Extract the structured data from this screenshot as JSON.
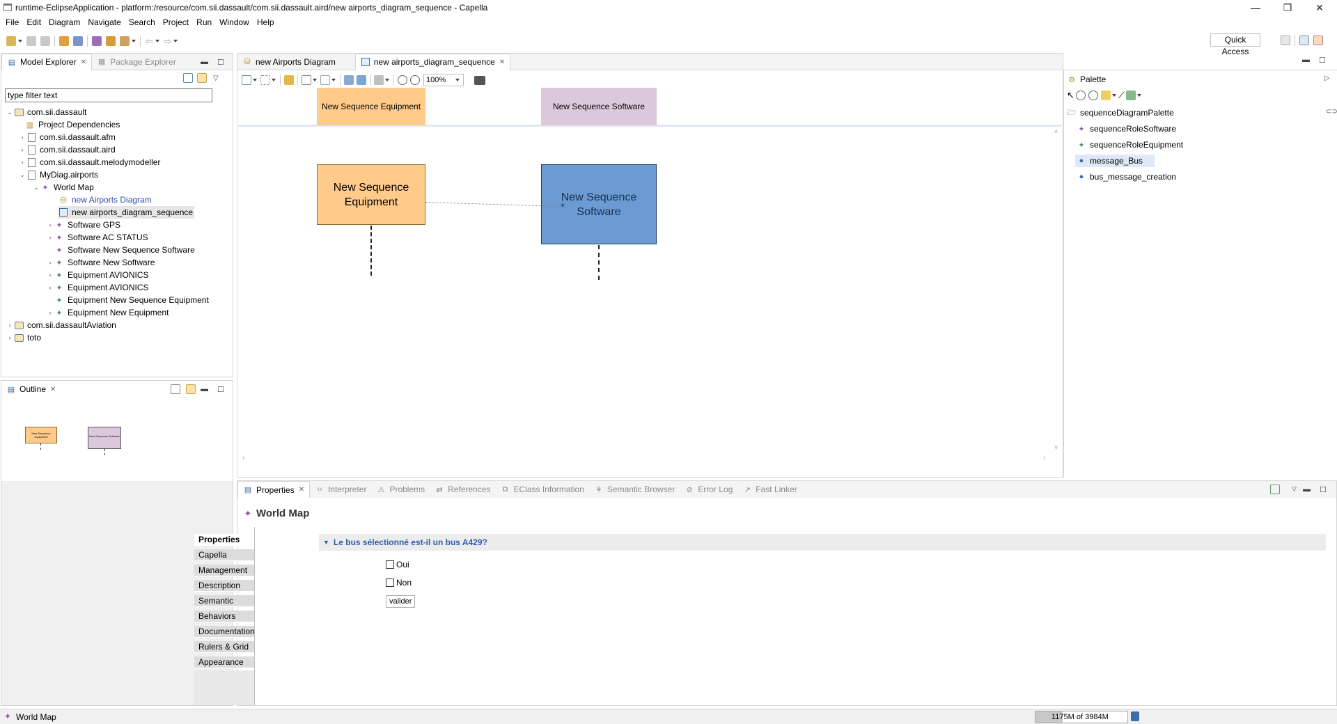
{
  "window": {
    "title": "runtime-EclipseApplication - platform:/resource/com.sii.dassault/com.sii.dassault.aird/new airports_diagram_sequence - Capella",
    "minimize": "—",
    "restore": "❐",
    "close": "✕"
  },
  "menu": [
    "File",
    "Edit",
    "Diagram",
    "Navigate",
    "Search",
    "Project",
    "Run",
    "Window",
    "Help"
  ],
  "quick_access": "Quick Access",
  "model_explorer": {
    "tab_label": "Model Explorer",
    "tab2_label": "Package Explorer",
    "filter_value": "type filter text",
    "tree": [
      {
        "label": "com.sii.dassault",
        "icon": "project-icon"
      },
      {
        "label": "Project Dependencies",
        "icon": "library-icon"
      },
      {
        "label": "com.sii.dassault.afm",
        "icon": "file-icon"
      },
      {
        "label": "com.sii.dassault.aird",
        "icon": "file-icon"
      },
      {
        "label": "com.sii.dassault.melodymodeller",
        "icon": "file-icon"
      },
      {
        "label": "MyDiag.airports",
        "icon": "file-icon"
      },
      {
        "label": "World Map",
        "icon": "purple-star-icon"
      },
      {
        "label": "new Airports Diagram",
        "icon": "diagram-icon"
      },
      {
        "label": "new airports_diagram_sequence",
        "icon": "sequence-diagram-icon"
      },
      {
        "label": "Software GPS",
        "icon": "purple-star-icon"
      },
      {
        "label": "Software AC STATUS",
        "icon": "purple-star-icon"
      },
      {
        "label": "Software New Sequence Software",
        "icon": "purple-star-icon"
      },
      {
        "label": "Software New Software",
        "icon": "purple-star-icon"
      },
      {
        "label": "Equipment AVIONICS",
        "icon": "green-star-icon"
      },
      {
        "label": "Equipment AVIONICS",
        "icon": "green-star-icon"
      },
      {
        "label": "Equipment New Sequence Equipment",
        "icon": "green-star-icon"
      },
      {
        "label": "Equipment New Equipment",
        "icon": "green-star-icon"
      },
      {
        "label": "com.sii.dassaultAviation",
        "icon": "project-icon"
      },
      {
        "label": "toto",
        "icon": "project-icon"
      }
    ]
  },
  "outline": {
    "tab_label": "Outline",
    "thumb1": "New Sequence Equipment",
    "thumb2": "New Sequence Software"
  },
  "editor": {
    "tab1": "new Airports Diagram",
    "tab2": "new airports_diagram_sequence",
    "zoom": "100%",
    "header_equipment": "New Sequence Equipment",
    "header_software": "New Sequence Software",
    "node_equipment": "New Sequence Equipment",
    "node_software": "New Sequence Software",
    "colors": {
      "equipment": "#ffca8a",
      "software": "#6b9bd2",
      "software_header": "#dcc8dc"
    }
  },
  "palette": {
    "title": "Palette",
    "root": "sequenceDiagramPalette",
    "items": [
      "sequenceRoleSoftware",
      "sequenceRoleEquipment",
      "message_Bus",
      "bus_message_creation"
    ]
  },
  "properties": {
    "tabs": [
      "Properties",
      "Interpreter",
      "Problems",
      "References",
      "EClass Information",
      "Semantic Browser",
      "Error Log",
      "Fast Linker"
    ],
    "title": "World Map",
    "side_tabs": [
      "Properties",
      "Capella",
      "Management",
      "Description",
      "Semantic",
      "Behaviors",
      "Documentation",
      "Rulers & Grid",
      "Appearance"
    ],
    "section": "Le bus sélectionné est-il un bus A429?",
    "opt_yes": "Oui",
    "opt_no": "Non",
    "button": "valider"
  },
  "status": {
    "selection": "World Map",
    "heap": "1175M of 3984M"
  }
}
